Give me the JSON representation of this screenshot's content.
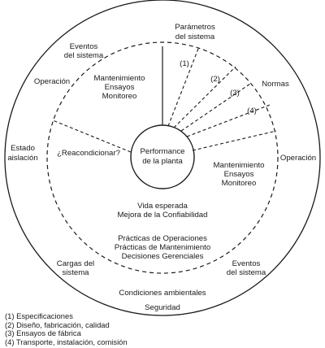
{
  "center": {
    "line1": "Performance",
    "line2": "de la planta"
  },
  "labels": {
    "top_params": [
      "Parámetros",
      "del sistema"
    ],
    "eventos_top": [
      "Eventos",
      "del sistema"
    ],
    "operacion_left": "Operación",
    "mant_left": [
      "Mantenimiento",
      "Ensayos",
      "Monitoreo"
    ],
    "normas": "Normas",
    "operacion_right": "Operación",
    "estado": [
      "Estado",
      "aislación"
    ],
    "reacondicionar": "¿Reacondicionar?",
    "mant_right": [
      "Mantenimiento",
      "Ensayos",
      "Monitoreo"
    ],
    "vida": [
      "Vida esperada",
      "Mejora de la Confiabilidad"
    ],
    "practicas": [
      "Prácticas de Operaciones",
      "Prácticas de Mantenimiento",
      "Decisiones Gerenciales"
    ],
    "cargas": [
      "Cargas del",
      "sistema"
    ],
    "eventos_bottom": [
      "Eventos",
      "del sistema"
    ],
    "condiciones": "Condiciones ambientales",
    "seguridad": "Seguridad",
    "sector_numbers": [
      "(1)",
      "(2)",
      "(3)",
      "(4)"
    ]
  },
  "legend": [
    "(1) Especificaciones",
    "(2) Diseño, fabricación, calidad",
    "(3) Ensayos de fábrica",
    "(4) Transporte, instalación, comisión"
  ]
}
